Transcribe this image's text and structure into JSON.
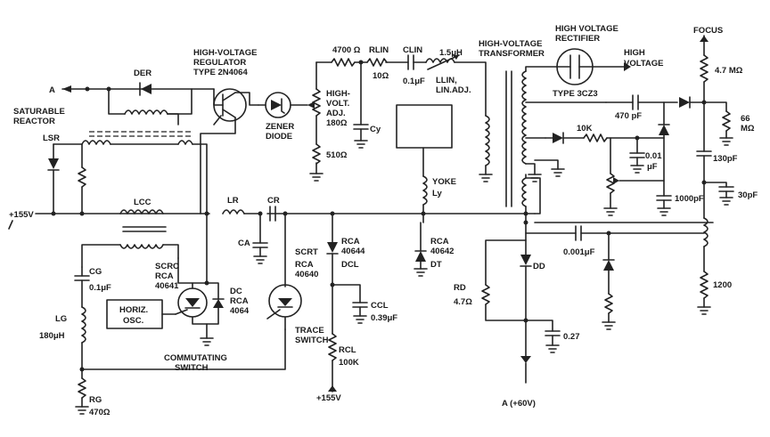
{
  "labels": {
    "a_out": "A",
    "d_er": "DER",
    "hv_regulator_1": "HIGH-VOLTAGE",
    "hv_regulator_2": "REGULATOR",
    "hv_regulator_3": "TYPE 2N4064",
    "saturable_1": "SATURABLE",
    "saturable_2": "REACTOR",
    "l_sr": "LSR",
    "zener_1": "ZENER",
    "zener_2": "DIODE",
    "r_4700": "4700 Ω",
    "r_lin": "RLIN",
    "r_lin_val": "10Ω",
    "c_lin": "CLIN",
    "c_lin_val": "0.1μF",
    "l_lin_val": "1.5μH",
    "l_lin": "LLIN,",
    "l_lin_adj": "LIN.ADJ.",
    "hv_adj_1": "HIGH-",
    "hv_adj_2": "VOLT.",
    "hv_adj_3": "ADJ.",
    "hv_adj_4": "180Ω",
    "cy": "Cy",
    "r_510": "510Ω",
    "hvt_1": "HIGH-VOLTAGE",
    "hvt_2": "TRANSFORMER",
    "hvr_1": "HIGH VOLTAGE",
    "hvr_2": "RECTIFIER",
    "hvr_type": "TYPE 3CZ3",
    "hv_out_1": "HIGH",
    "hv_out_2": "VOLTAGE",
    "focus": "FOCUS",
    "r_47m": "4.7 MΩ",
    "r_66m_1": "66",
    "r_66m_2": "MΩ",
    "c_470p": "470 pF",
    "r_10k": "10K",
    "c_001": "0.01",
    "c_001_u": "μF",
    "c_130p": "130pF",
    "c_1000p": "1000pF",
    "c_30p": "30pF",
    "yoke": "YOKE",
    "ly": "Ly",
    "plus_155": "+155V",
    "l_cc": "LCC",
    "l_r": "LR",
    "c_r": "CR",
    "c_a": "CA",
    "c_g": "CG",
    "c_g_val": "0.1μF",
    "scrc_1": "SCRC",
    "scrc_2": "RCA",
    "scrc_3": "40641",
    "dc_1": "DC",
    "dc_2": "RCA",
    "dc_3": "4064",
    "scrt_1": "SCRT",
    "scrt_2": "RCA",
    "scrt_3": "40640",
    "rca_40644_1": "RCA",
    "rca_40644_2": "40644",
    "d_cl": "DCL",
    "rca_40642_1": "RCA",
    "rca_40642_2": "40642",
    "d_t": "DT",
    "c_0001": "0.001μF",
    "r_1200": "1200",
    "l_g": "LG",
    "l_g_val": "180μH",
    "horiz_1": "HORIZ.",
    "horiz_2": "OSC.",
    "comm_1": "COMMUTATING",
    "comm_2": "SWITCH",
    "trace_1": "TRACE",
    "trace_2": "SWITCH",
    "c_cl": "CCL",
    "c_cl_val": "0.39μF",
    "r_cl": "RCL",
    "r_cl_val": "100K",
    "plus_155_bottom": "+155V",
    "r_d": "RD",
    "r_d_val": "4.7Ω",
    "d_d": "DD",
    "c_027": "0.27",
    "r_g": "RG",
    "r_g_val": "470Ω",
    "a_60v": "A (+60V)"
  }
}
